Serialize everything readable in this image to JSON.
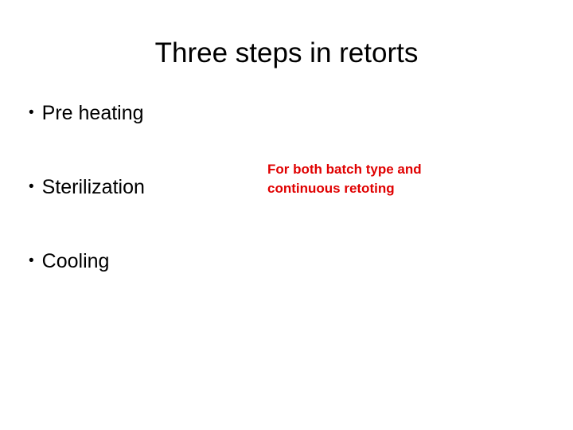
{
  "slide": {
    "title": "Three steps in retorts",
    "bullets": [
      {
        "marker": "•",
        "label": "Pre heating"
      },
      {
        "marker": "•",
        "label": "Sterilization"
      },
      {
        "marker": "•",
        "label": "Cooling"
      }
    ],
    "side_note": {
      "lines": [
        "For both batch type and",
        "continuous retoting"
      ],
      "color": "#e00000"
    },
    "background_color": "#ffffff",
    "text_color": "#000000"
  }
}
